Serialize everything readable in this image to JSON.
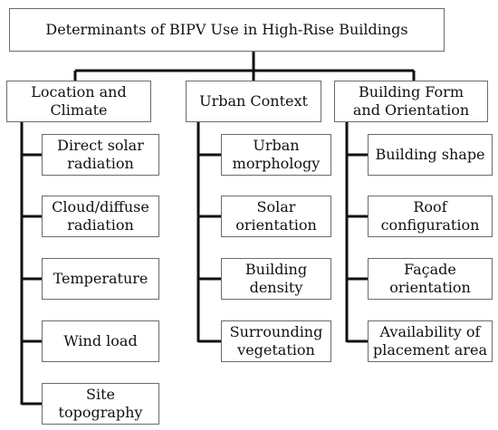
{
  "diagram": {
    "title": "Determinants of BIPV Use in High-Rise Buildings",
    "categories": [
      {
        "label": "Location and\nClimate",
        "items": [
          "Direct solar\nradiation",
          "Cloud/diffuse\nradiation",
          "Temperature",
          "Wind load",
          "Site\ntopography"
        ]
      },
      {
        "label": "Urban Context",
        "items": [
          "Urban\nmorphology",
          "Solar\norientation",
          "Building\ndensity",
          "Surrounding\nvegetation"
        ]
      },
      {
        "label": "Building Form\nand Orientation",
        "items": [
          "Building shape",
          "Roof\nconfiguration",
          "Façade\norientation",
          "Availability of\nplacement area"
        ]
      }
    ]
  }
}
